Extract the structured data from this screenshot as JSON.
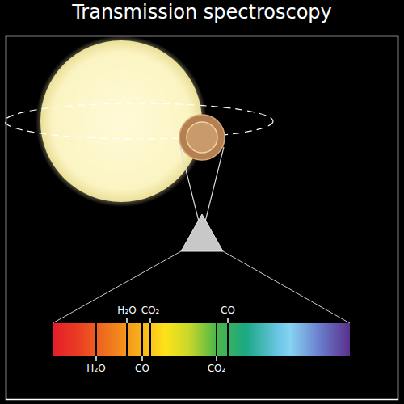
{
  "diagram": {
    "title": "Transmission spectroscopy",
    "labels": [
      "H₂O",
      "CO₂",
      "CO",
      "H₂O",
      "CO",
      "CO₂"
    ]
  }
}
